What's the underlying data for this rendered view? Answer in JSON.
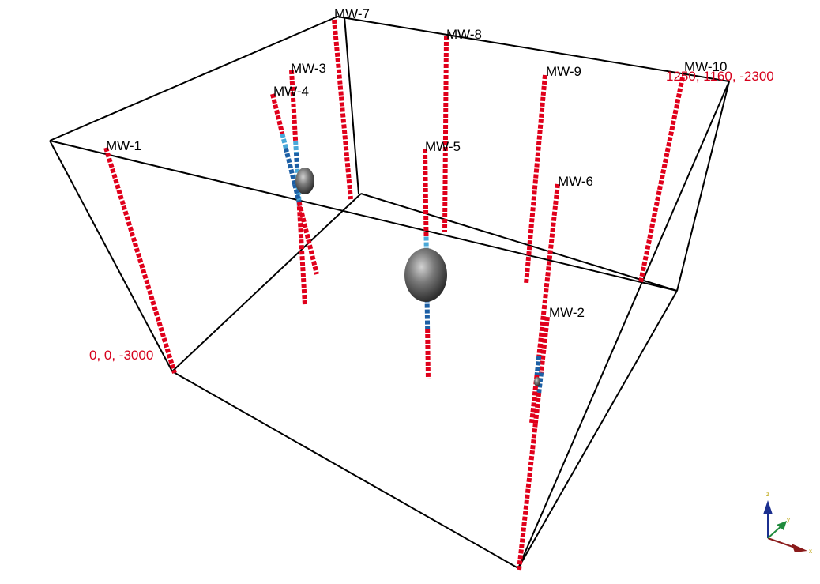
{
  "colors": {
    "background": "#ffffff",
    "box_edges": "#000000",
    "well_red": "#e0001b",
    "well_blue_dark": "#1c5fa5",
    "well_blue_light": "#49a8d8",
    "blob": "#6e6e6e",
    "corner_label": "#d6001c",
    "axis_z": "#1b2f8f",
    "axis_y": "#1f8a3c",
    "axis_x": "#8a1b1b",
    "axis_label": "#b8a000"
  },
  "corner_labels": {
    "min": "0, 0, -3000",
    "max": "1250, 1160, -2300"
  },
  "axes": {
    "x": "x",
    "y": "y",
    "z": "z"
  },
  "wells": [
    {
      "id": "MW-1",
      "label": "MW-1"
    },
    {
      "id": "MW-2",
      "label": "MW-2"
    },
    {
      "id": "MW-3",
      "label": "MW-3"
    },
    {
      "id": "MW-4",
      "label": "MW-4"
    },
    {
      "id": "MW-5",
      "label": "MW-5"
    },
    {
      "id": "MW-6",
      "label": "MW-6"
    },
    {
      "id": "MW-7",
      "label": "MW-7"
    },
    {
      "id": "MW-8",
      "label": "MW-8"
    },
    {
      "id": "MW-9",
      "label": "MW-9"
    },
    {
      "id": "MW-10",
      "label": "MW-10"
    }
  ]
}
